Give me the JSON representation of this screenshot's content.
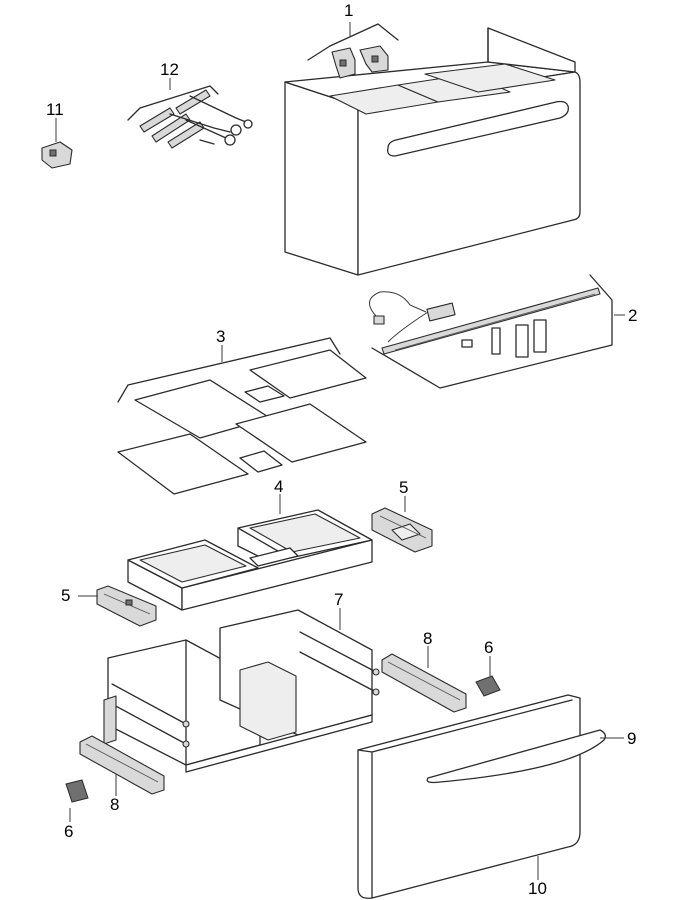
{
  "diagram": {
    "callouts": [
      {
        "key": "p1",
        "text": "1"
      },
      {
        "key": "p2",
        "text": "2"
      },
      {
        "key": "p3",
        "text": "3"
      },
      {
        "key": "p4",
        "text": "4"
      },
      {
        "key": "p5a",
        "text": "5"
      },
      {
        "key": "p5b",
        "text": "5"
      },
      {
        "key": "p6a",
        "text": "6"
      },
      {
        "key": "p6b",
        "text": "6"
      },
      {
        "key": "p7",
        "text": "7"
      },
      {
        "key": "p8a",
        "text": "8"
      },
      {
        "key": "p8b",
        "text": "8"
      },
      {
        "key": "p9",
        "text": "9"
      },
      {
        "key": "p10",
        "text": "10"
      },
      {
        "key": "p11",
        "text": "11"
      },
      {
        "key": "p12",
        "text": "12"
      }
    ]
  }
}
